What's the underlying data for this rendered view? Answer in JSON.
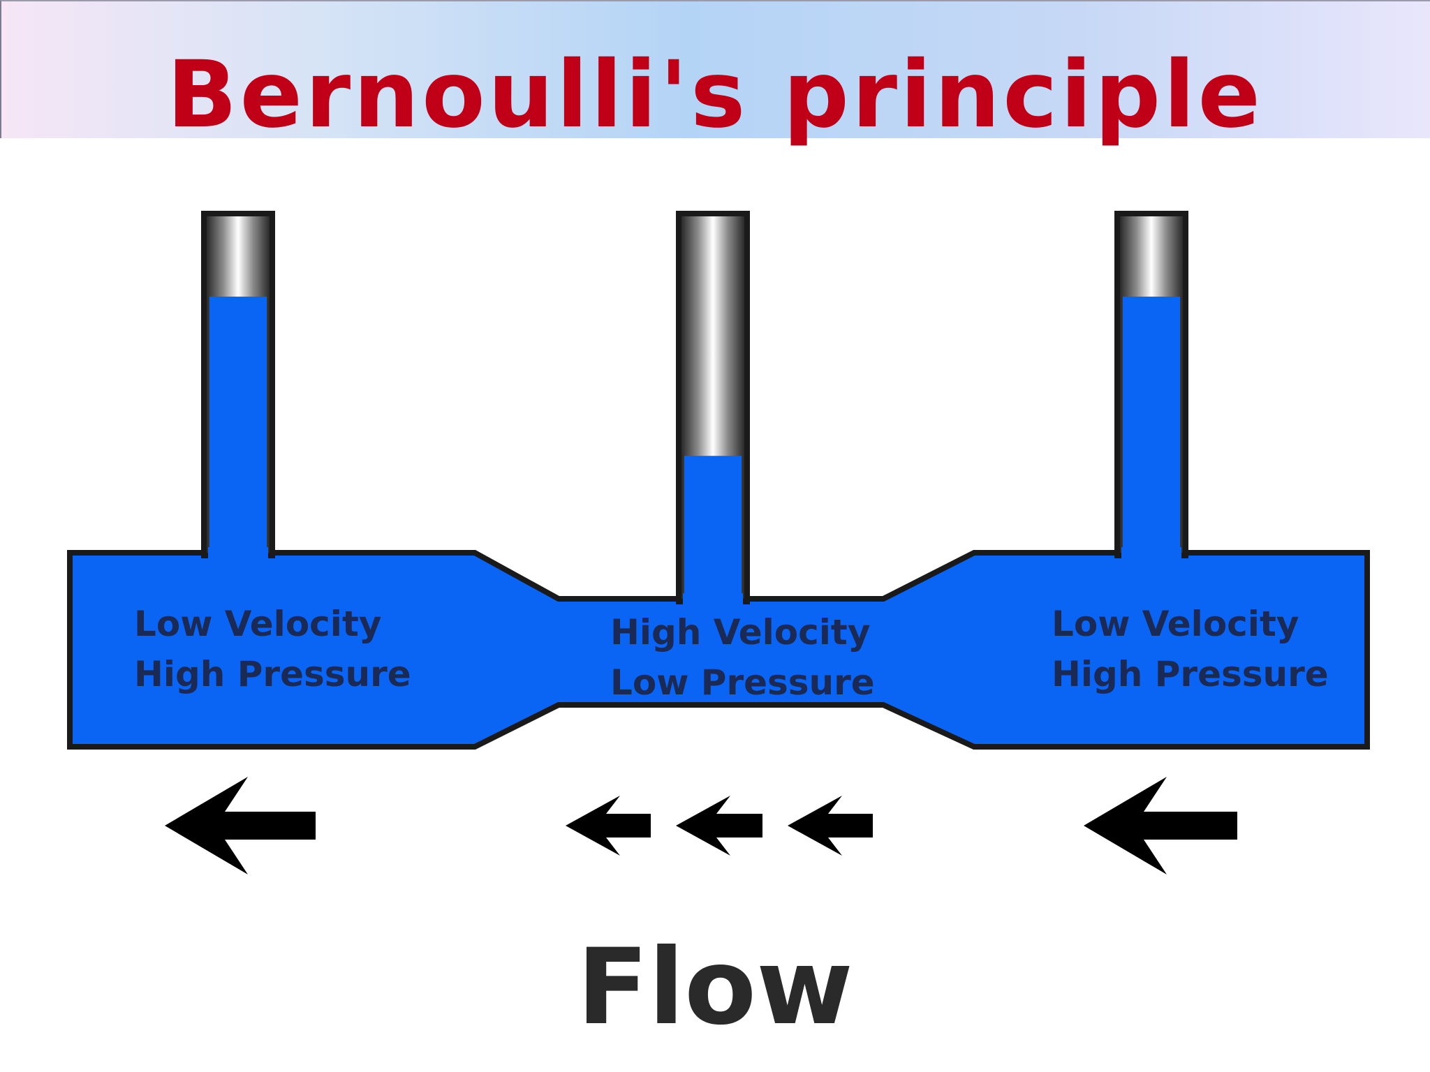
{
  "title": "Bernoulli's principle",
  "colors": {
    "title": "#c00016",
    "fluid": "#0a64f4",
    "outline": "#1a1a1a",
    "label": "#1a2a55"
  },
  "pipe": {
    "left_section": {
      "line1": "Low Velocity",
      "line2": "High Pressure"
    },
    "middle_section": {
      "line1": "High Velocity",
      "line2": "Low Pressure"
    },
    "right_section": {
      "line1": "Low Velocity",
      "line2": "High Pressure"
    }
  },
  "tubes": [
    {
      "name": "left",
      "fluid_level": 0.76
    },
    {
      "name": "middle",
      "fluid_level": 0.38
    },
    {
      "name": "right",
      "fluid_level": 0.76
    }
  ],
  "arrows": {
    "direction": "left",
    "left_count": 1,
    "middle_count": 3,
    "right_count": 1
  },
  "flow_label": "Flow"
}
